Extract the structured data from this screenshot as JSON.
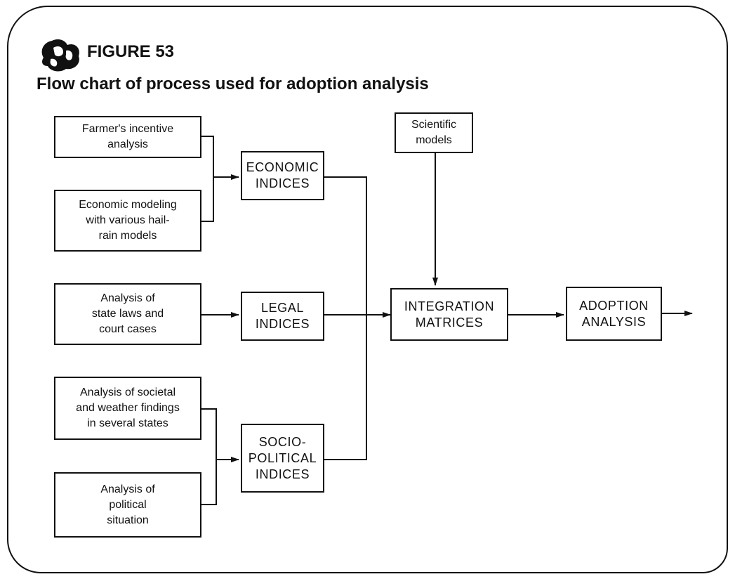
{
  "figure": {
    "number": "FIGURE 53",
    "title": "Flow chart of process used for adoption analysis"
  },
  "nodes": {
    "farmer_incentive": "Farmer's incentive\nanalysis",
    "economic_modeling": "Economic modeling\nwith various hail-\nrain models",
    "state_laws": "Analysis of\nstate laws and\ncourt cases",
    "societal_weather": "Analysis of societal\nand weather findings\nin several states",
    "political_situation": "Analysis of\npolitical\nsituation",
    "economic_indices": "ECONOMIC\nINDICES",
    "legal_indices": "LEGAL\nINDICES",
    "sociopolitical_indices": "SOCIO-\nPOLITICAL\nINDICES",
    "scientific_models": "Scientific\nmodels",
    "integration_matrices": "INTEGRATION\nMATRICES",
    "adoption_analysis": "ADOPTION\nANALYSIS"
  },
  "colors": {
    "ink": "#111111",
    "paper": "#ffffff"
  }
}
